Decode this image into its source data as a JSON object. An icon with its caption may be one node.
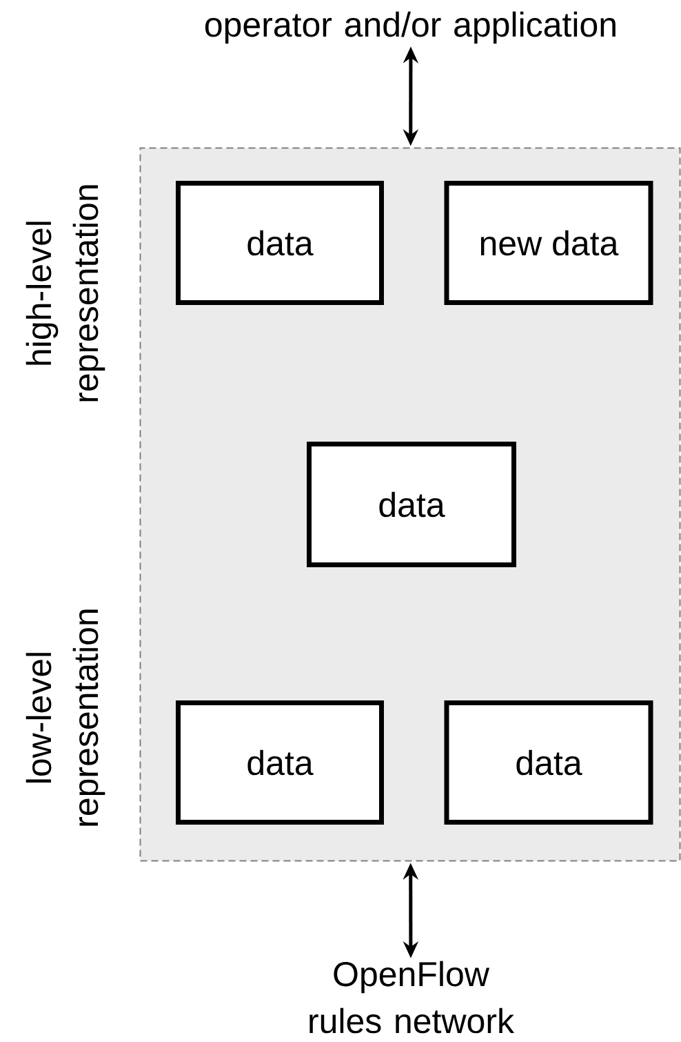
{
  "diagram": {
    "nodes": [
      {
        "text": [
          "operator and/or application"
        ]
      },
      {
        "text": [],
        "shape": "box"
      },
      {
        "text": [
          "data"
        ],
        "in": 1
      },
      {
        "text": [
          "new data"
        ],
        "in": 1
      },
      {
        "text": [
          "data"
        ],
        "in": 1
      },
      {
        "text": [
          "data"
        ],
        "in": 1
      },
      {
        "text": [
          "data"
        ],
        "in": 1
      },
      {
        "text": [
          "OpenFlow rules network"
        ]
      }
    ],
    "edges": [
      {
        "from": 0,
        "to": 1,
        "arrow": "both"
      },
      {
        "from": 1,
        "to": 7,
        "arrow": "both"
      }
    ],
    "labels": [
      "high-level representation",
      "low-level representation"
    ]
  }
}
